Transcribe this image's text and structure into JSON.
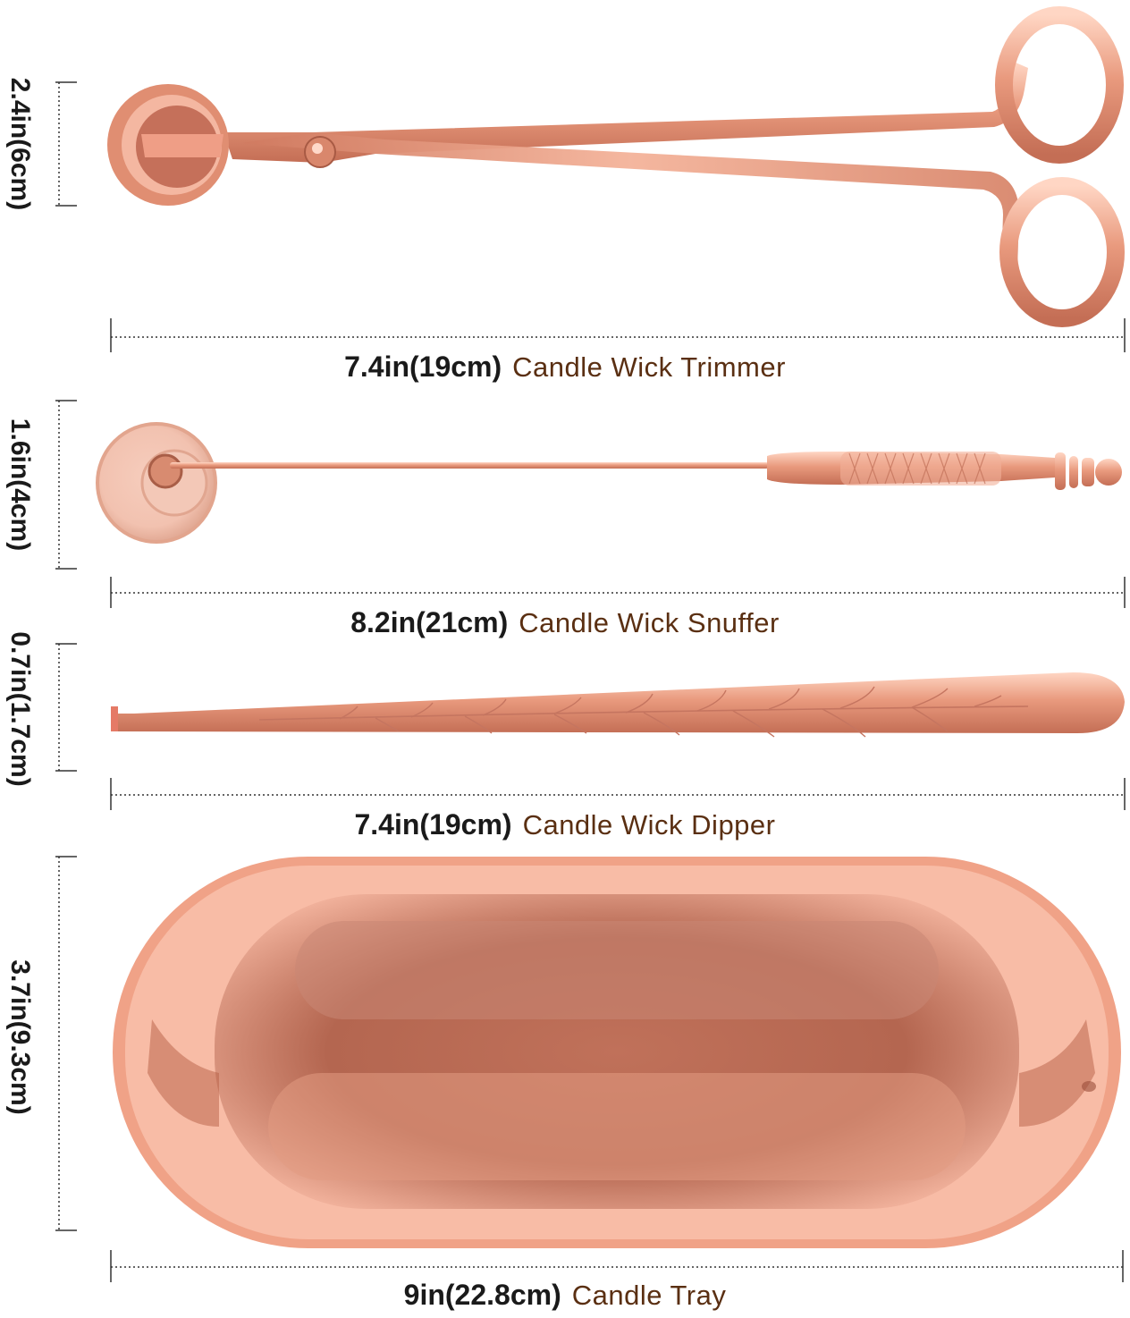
{
  "products": [
    {
      "name": "Candle Wick Trimmer",
      "length": "7.4in(19cm)",
      "height": "2.4in(6cm)"
    },
    {
      "name": "Candle Wick Snuffer",
      "length": "8.2in(21cm)",
      "height": "1.6in(4cm)"
    },
    {
      "name": "Candle Wick Dipper",
      "length": "7.4in(19cm)",
      "height": "0.7in(1.7cm)"
    },
    {
      "name": "Candle Tray",
      "length": "9in(22.8cm)",
      "height": "3.7in(9.3cm)"
    }
  ],
  "colors": {
    "rose_gold": "#e79a7f",
    "rose_gold_dark": "#b8634a",
    "rose_gold_light": "#ffd8c8",
    "caption_name": "#5a2f12",
    "caption_size": "#1a1a1a"
  }
}
